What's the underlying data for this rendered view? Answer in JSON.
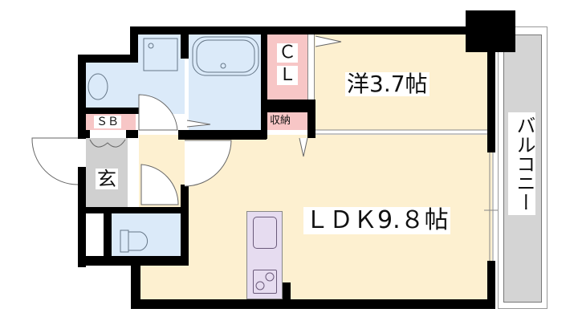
{
  "floorplan": {
    "colors": {
      "wall": "#000000",
      "living_floor": "#fdf0d0",
      "wet_area": "#dbeaf9",
      "storage": "#f7c6c6",
      "entrance": "#d0d0d0",
      "balcony": "#d4d4d4",
      "kitchen": "#e6dcf0"
    },
    "rooms": {
      "western_room": "洋3.7帖",
      "ldk": "ＬＤＫ9.８帖",
      "closet": "ＣＬ",
      "closet_c": "Ｃ",
      "closet_l": "Ｌ",
      "storage": "収納",
      "shoe_box": "ＳＢ",
      "entrance": "玄",
      "balcony": "バルコニー"
    }
  }
}
